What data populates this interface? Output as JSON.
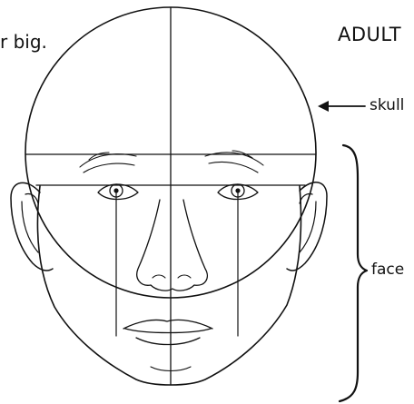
{
  "labels": {
    "cut_text": "r big.",
    "title": "ADULT",
    "skull": "skull",
    "face": "face"
  },
  "colors": {
    "ink": "#111111",
    "background": "#ffffff"
  }
}
